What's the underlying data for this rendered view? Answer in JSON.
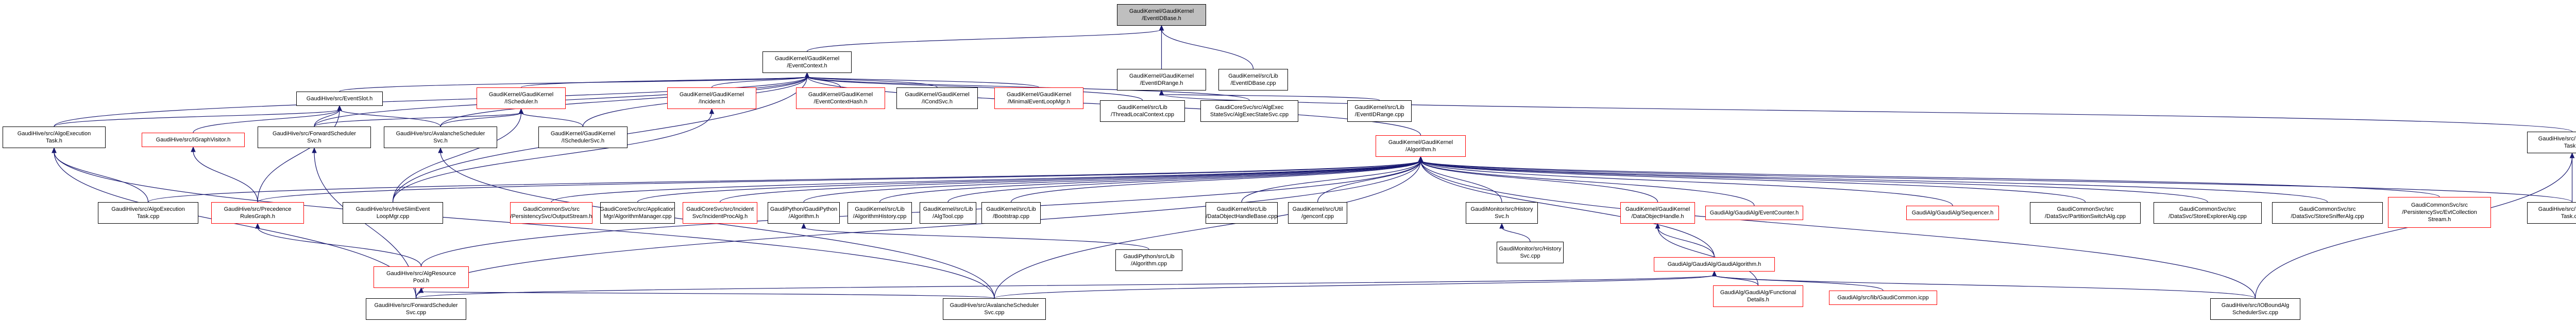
{
  "title": "Include dependency graph for EventIDBase.h",
  "colors": {
    "edge": "#191970",
    "root_fill": "#bfbfbf",
    "documented_border": "#000000",
    "undocumented_border": "#ff0000"
  },
  "nodes": [
    {
      "id": "n0",
      "label": "GaudiKernel/GaudiKernel\n/EventIDBase.h",
      "style": "root"
    },
    {
      "id": "n1",
      "label": "GaudiKernel/GaudiKernel\n/EventContext.h",
      "style": "black"
    },
    {
      "id": "n2",
      "label": "GaudiKernel/GaudiKernel\n/EventIDRange.h",
      "style": "black"
    },
    {
      "id": "n3",
      "label": "GaudiKernel/src/Lib\n/EventIDBase.cpp",
      "style": "black"
    },
    {
      "id": "n4",
      "label": "GaudiHive/src/EventSlot.h",
      "style": "black"
    },
    {
      "id": "n5",
      "label": "GaudiKernel/GaudiKernel\n/IScheduler.h",
      "style": "red"
    },
    {
      "id": "n6",
      "label": "GaudiKernel/GaudiKernel\n/Incident.h",
      "style": "red"
    },
    {
      "id": "n7",
      "label": "GaudiKernel/GaudiKernel\n/EventContextHash.h",
      "style": "red"
    },
    {
      "id": "n8",
      "label": "GaudiKernel/GaudiKernel\n/ICondSvc.h",
      "style": "black"
    },
    {
      "id": "n9",
      "label": "GaudiKernel/GaudiKernel\n/MinimalEventLoopMgr.h",
      "style": "red"
    },
    {
      "id": "n10",
      "label": "GaudiKernel/src/Lib\n/ThreadLocalContext.cpp",
      "style": "black"
    },
    {
      "id": "n11",
      "label": "GaudiCoreSvc/src/AlgExec\nStateSvc/AlgExecStateSvc.cpp",
      "style": "black"
    },
    {
      "id": "n12",
      "label": "GaudiKernel/src/Lib\n/EventIDRange.cpp",
      "style": "black"
    },
    {
      "id": "n13",
      "label": "GaudiHive/src/AlgoExecution\nTask.h",
      "style": "black"
    },
    {
      "id": "n14",
      "label": "GaudiHive/src/IGraphVisitor.h",
      "style": "red"
    },
    {
      "id": "n15",
      "label": "GaudiHive/src/ForwardScheduler\nSvc.h",
      "style": "black"
    },
    {
      "id": "n16",
      "label": "GaudiHive/src/AvalancheScheduler\nSvc.h",
      "style": "black"
    },
    {
      "id": "n17",
      "label": "GaudiKernel/GaudiKernel\n/ISchedulerSvc.h",
      "style": "black"
    },
    {
      "id": "n18",
      "label": "GaudiKernel/GaudiKernel\n/Algorithm.h",
      "style": "red"
    },
    {
      "id": "n19",
      "label": "GaudiHive/src/IOBoundAlg\nTask.h",
      "style": "black"
    },
    {
      "id": "n20",
      "label": "GaudiHive/src/AlgoExecution\nTask.cpp",
      "style": "black"
    },
    {
      "id": "n21",
      "label": "GaudiHive/src/Precedence\nRulesGraph.h",
      "style": "red"
    },
    {
      "id": "n22",
      "label": "GaudiHive/src/HiveSlimEvent\nLoopMgr.cpp",
      "style": "black"
    },
    {
      "id": "n23",
      "label": "GaudiCommonSvc/src\n/PersistencySvc/OutputStream.h",
      "style": "red"
    },
    {
      "id": "n24",
      "label": "GaudiCoreSvc/src/Application\nMgr/AlgorithmManager.cpp",
      "style": "black"
    },
    {
      "id": "n25",
      "label": "GaudiCoreSvc/src/Incident\nSvc/IncidentProcAlg.h",
      "style": "red"
    },
    {
      "id": "n26",
      "label": "GaudiPython/GaudiPython\n/Algorithm.h",
      "style": "black"
    },
    {
      "id": "n27",
      "label": "GaudiKernel/src/Lib\n/AlgorithmHistory.cpp",
      "style": "black"
    },
    {
      "id": "n28",
      "label": "GaudiKernel/src/Lib\n/AlgTool.cpp",
      "style": "black"
    },
    {
      "id": "n29",
      "label": "GaudiKernel/src/Lib\n/Bootstrap.cpp",
      "style": "black"
    },
    {
      "id": "n30",
      "label": "GaudiKernel/src/Lib\n/DataObjectHandleBase.cpp",
      "style": "black"
    },
    {
      "id": "n31",
      "label": "GaudiKernel/src/Util\n/genconf.cpp",
      "style": "black"
    },
    {
      "id": "n32",
      "label": "GaudiMonitor/src/History\nSvc.h",
      "style": "black"
    },
    {
      "id": "n33",
      "label": "GaudiKernel/GaudiKernel\n/DataObjectHandle.h",
      "style": "red"
    },
    {
      "id": "n34",
      "label": "GaudiAlg/GaudiAlg/EventCounter.h",
      "style": "red"
    },
    {
      "id": "n35",
      "label": "GaudiAlg/GaudiAlg/Sequencer.h",
      "style": "red"
    },
    {
      "id": "n36",
      "label": "GaudiCommonSvc/src\n/DataSvc/PartitionSwitchAlg.cpp",
      "style": "black"
    },
    {
      "id": "n37",
      "label": "GaudiCommonSvc/src\n/DataSvc/StoreExplorerAlg.cpp",
      "style": "black"
    },
    {
      "id": "n38",
      "label": "GaudiCommonSvc/src\n/DataSvc/StoreSnifferAlg.cpp",
      "style": "black"
    },
    {
      "id": "n39",
      "label": "GaudiCommonSvc/src\n/PersistencySvc/EvtCollection\nStream.h",
      "style": "red"
    },
    {
      "id": "n40",
      "label": "GaudiHive/src/IOBoundAlg\nTask.cpp",
      "style": "black"
    },
    {
      "id": "n41",
      "label": "GaudiHive/src/AlgResource\nPool.h",
      "style": "red"
    },
    {
      "id": "n42",
      "label": "GaudiPython/src/Lib\n/Algorithm.cpp",
      "style": "black"
    },
    {
      "id": "n43",
      "label": "GaudiMonitor/src/History\nSvc.cpp",
      "style": "black"
    },
    {
      "id": "n44",
      "label": "GaudiAlg/GaudiAlg/GaudiAlgorithm.h",
      "style": "red"
    },
    {
      "id": "n45",
      "label": "GaudiHive/src/ForwardScheduler\nSvc.cpp",
      "style": "black"
    },
    {
      "id": "n46",
      "label": "GaudiHive/src/AvalancheScheduler\nSvc.cpp",
      "style": "black"
    },
    {
      "id": "n47",
      "label": "GaudiAlg/GaudiAlg/Functional\nDetails.h",
      "style": "red"
    },
    {
      "id": "n48",
      "label": "GaudiAlg/src/lib/GaudiCommon.icpp",
      "style": "red"
    },
    {
      "id": "n49",
      "label": "GaudiHive/src/IOBoundAlg\nSchedulerSvc.cpp",
      "style": "black"
    }
  ],
  "edges": [
    [
      "n1",
      "n0"
    ],
    [
      "n2",
      "n0"
    ],
    [
      "n3",
      "n0"
    ],
    [
      "n4",
      "n1"
    ],
    [
      "n5",
      "n1"
    ],
    [
      "n6",
      "n1"
    ],
    [
      "n7",
      "n1"
    ],
    [
      "n8",
      "n1"
    ],
    [
      "n9",
      "n1"
    ],
    [
      "n10",
      "n1"
    ],
    [
      "n11",
      "n1"
    ],
    [
      "n18",
      "n1"
    ],
    [
      "n13",
      "n1"
    ],
    [
      "n15",
      "n1"
    ],
    [
      "n16",
      "n1"
    ],
    [
      "n17",
      "n1"
    ],
    [
      "n22",
      "n1"
    ],
    [
      "n12",
      "n2"
    ],
    [
      "n19",
      "n2"
    ],
    [
      "n13",
      "n4"
    ],
    [
      "n14",
      "n4"
    ],
    [
      "n15",
      "n4"
    ],
    [
      "n16",
      "n4"
    ],
    [
      "n21",
      "n4"
    ],
    [
      "n15",
      "n5"
    ],
    [
      "n16",
      "n5"
    ],
    [
      "n17",
      "n5"
    ],
    [
      "n22",
      "n5"
    ],
    [
      "n22",
      "n6"
    ],
    [
      "n20",
      "n13"
    ],
    [
      "n45",
      "n13"
    ],
    [
      "n46",
      "n13"
    ],
    [
      "n21",
      "n14"
    ],
    [
      "n45",
      "n15"
    ],
    [
      "n46",
      "n16"
    ],
    [
      "n41",
      "n21"
    ],
    [
      "n45",
      "n41"
    ],
    [
      "n46",
      "n41"
    ],
    [
      "n20",
      "n18"
    ],
    [
      "n21",
      "n18"
    ],
    [
      "n23",
      "n18"
    ],
    [
      "n24",
      "n18"
    ],
    [
      "n25",
      "n18"
    ],
    [
      "n26",
      "n18"
    ],
    [
      "n27",
      "n18"
    ],
    [
      "n28",
      "n18"
    ],
    [
      "n29",
      "n18"
    ],
    [
      "n30",
      "n18"
    ],
    [
      "n31",
      "n18"
    ],
    [
      "n32",
      "n18"
    ],
    [
      "n33",
      "n18"
    ],
    [
      "n34",
      "n18"
    ],
    [
      "n35",
      "n18"
    ],
    [
      "n36",
      "n18"
    ],
    [
      "n37",
      "n18"
    ],
    [
      "n38",
      "n18"
    ],
    [
      "n39",
      "n18"
    ],
    [
      "n40",
      "n18"
    ],
    [
      "n41",
      "n18"
    ],
    [
      "n44",
      "n18"
    ],
    [
      "n45",
      "n18"
    ],
    [
      "n46",
      "n18"
    ],
    [
      "n49",
      "n18"
    ],
    [
      "n42",
      "n26"
    ],
    [
      "n43",
      "n32"
    ],
    [
      "n44",
      "n33"
    ],
    [
      "n47",
      "n33"
    ],
    [
      "n47",
      "n44"
    ],
    [
      "n48",
      "n44"
    ],
    [
      "n45",
      "n44"
    ],
    [
      "n46",
      "n44"
    ],
    [
      "n49",
      "n44"
    ],
    [
      "n40",
      "n19"
    ],
    [
      "n49",
      "n19"
    ]
  ]
}
